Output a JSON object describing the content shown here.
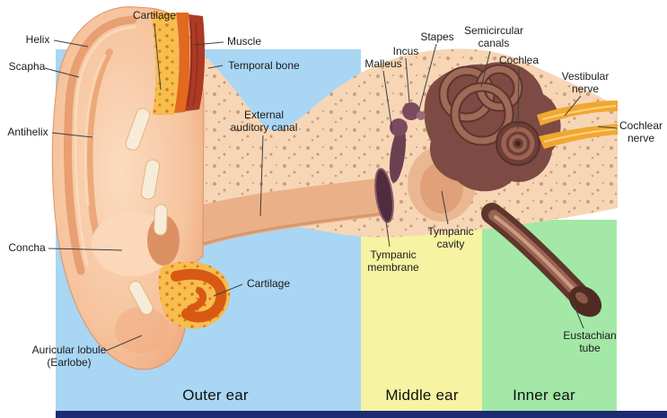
{
  "regions": {
    "outer": {
      "label": "Outer ear",
      "color": "#a9d6f3"
    },
    "middle": {
      "label": "Middle ear",
      "color": "#f6f3a2"
    },
    "inner": {
      "label": "Inner ear",
      "color": "#a3e8a6"
    }
  },
  "colors": {
    "bottom_bar": "#1d2b73",
    "background": "#ffffff",
    "skin": "#f6c39d",
    "bone_speckle": "#c9a27d",
    "cartilage_orange": "#e2691d",
    "muscle_red": "#ac3a24",
    "inner_ear_brown": "#7d4b43",
    "nerve_yellow": "#f0a832"
  },
  "labels": [
    {
      "id": "cartilage-top",
      "text": "Cartilage"
    },
    {
      "id": "helix",
      "text": "Helix"
    },
    {
      "id": "muscle",
      "text": "Muscle"
    },
    {
      "id": "scapha",
      "text": "Scapha"
    },
    {
      "id": "temporal-bone",
      "text": "Temporal bone"
    },
    {
      "id": "stapes",
      "text": "Stapes"
    },
    {
      "id": "semicircular",
      "text": "Semicircular\ncanals"
    },
    {
      "id": "incus",
      "text": "Incus"
    },
    {
      "id": "cochlea",
      "text": "Cochlea"
    },
    {
      "id": "malleus",
      "text": "Malleus"
    },
    {
      "id": "vestibular-nerve",
      "text": "Vestibular\nnerve"
    },
    {
      "id": "antihelix",
      "text": "Antihelix"
    },
    {
      "id": "external-canal",
      "text": "External\nauditory canal"
    },
    {
      "id": "cochlear-nerve",
      "text": "Cochlear\nnerve"
    },
    {
      "id": "tympanic-cavity",
      "text": "Tympanic\ncavity"
    },
    {
      "id": "concha",
      "text": "Concha"
    },
    {
      "id": "tympanic-membrane",
      "text": "Tympanic\nmembrane"
    },
    {
      "id": "cartilage-lower",
      "text": "Cartilage"
    },
    {
      "id": "eustachian-tube",
      "text": "Eustachian\ntube"
    },
    {
      "id": "auricular-lobule",
      "text": "Auricular lobule\n(Earlobe)"
    }
  ]
}
